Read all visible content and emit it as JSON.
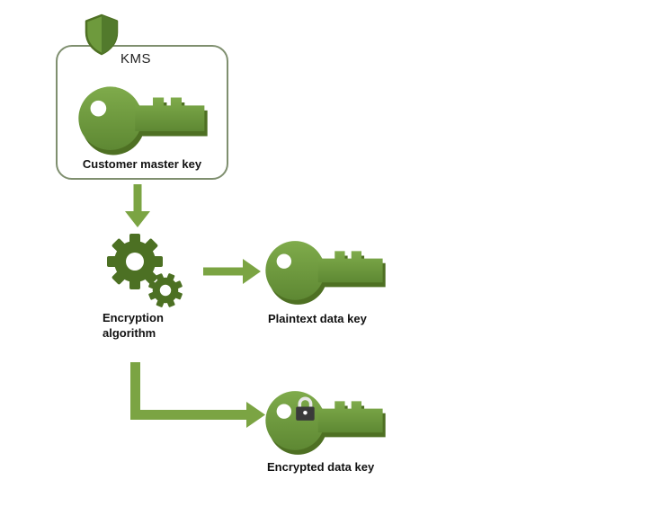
{
  "diagram": {
    "kms_label": "KMS",
    "nodes": {
      "customer_master_key": "Customer master key",
      "encryption_algorithm": "Encryption algorithm",
      "plaintext_data_key": "Plaintext data key",
      "encrypted_data_key": "Encrypted data key"
    },
    "icons": {
      "shield": "kms-shield-icon",
      "customer_master_key": "key-icon",
      "encryption_algorithm": "gears-icon",
      "plaintext_data_key": "key-icon",
      "encrypted_data_key": "key-lock-icon"
    },
    "colors": {
      "key_green_light": "#7FAB4B",
      "key_green_dark": "#5E8833",
      "key_shadow_green": "#4E7023",
      "gear_green": "#4C7023",
      "arrow_green": "#7BA443",
      "box_border": "#7F8F6F",
      "shield_green_light": "#6E9A3D",
      "shield_green_dark": "#527A2C",
      "lock_dark": "#3A3A3A",
      "lock_shackle": "#E8E8E8"
    }
  }
}
